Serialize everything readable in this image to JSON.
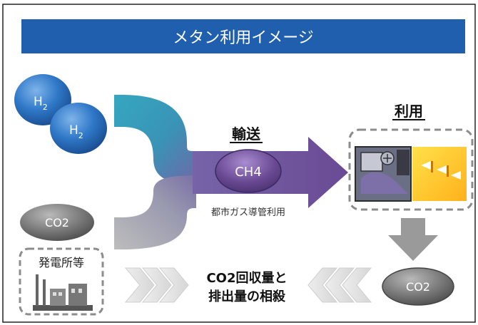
{
  "header": {
    "title": "メタン利用イメージ"
  },
  "inputs": {
    "h2_top": {
      "base": "H",
      "sub": "2"
    },
    "h2_bottom": {
      "base": "H",
      "sub": "2"
    },
    "co2": "CO2"
  },
  "source": {
    "label": "発電所等"
  },
  "transport": {
    "heading": "輸送",
    "carrier": "CH4",
    "method": "都市ガス導管利用"
  },
  "use": {
    "heading": "利用",
    "output": "CO2"
  },
  "offset": {
    "line1": "CO2回収量と",
    "line2": "排出量の相殺"
  },
  "colors": {
    "header_bg": "#1f5fae",
    "h2_blue": "#2f78c8",
    "ch4_purple": "#6a4a94",
    "co2_gray": "#6f6f6f",
    "pipe_teal": "#35a7c0",
    "pipe_gray": "#a8a8a8",
    "dash_gray": "#8c8c8c"
  }
}
